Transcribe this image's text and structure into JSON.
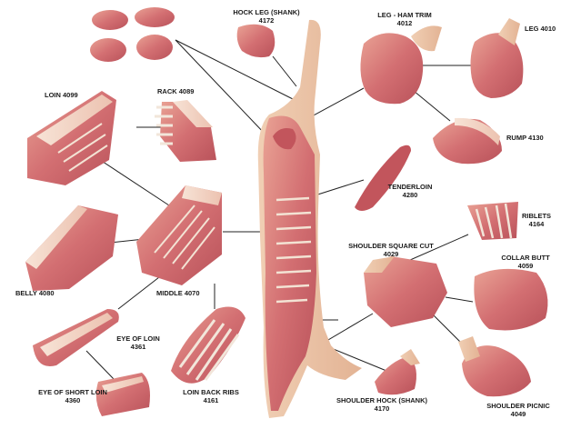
{
  "labels": {
    "hock_leg": {
      "name": "HOCK LEG (SHANK)",
      "code": "4172"
    },
    "leg_ham_trim": {
      "name": "LEG - HAM TRIM",
      "code": "4012"
    },
    "leg": {
      "name": "LEG",
      "code": "4010"
    },
    "loin": {
      "name": "LOIN",
      "code": "4099"
    },
    "rack": {
      "name": "RACK",
      "code": "4089"
    },
    "rump": {
      "name": "RUMP",
      "code": "4130"
    },
    "tenderloin": {
      "name": "TENDERLOIN",
      "code": "4280"
    },
    "riblets": {
      "name": "RIBLETS",
      "code": "4164"
    },
    "shoulder_square_cut": {
      "name": "SHOULDER SQUARE CUT",
      "code": "4029"
    },
    "collar_butt": {
      "name": "COLLAR BUTT",
      "code": "4059"
    },
    "belly": {
      "name": "BELLY",
      "code": "4080"
    },
    "middle": {
      "name": "MIDDLE",
      "code": "4070"
    },
    "eye_of_loin": {
      "name": "EYE OF LOIN",
      "code": "4361"
    },
    "eye_of_short_loin": {
      "name": "EYE OF SHORT LOIN",
      "code": "4360"
    },
    "loin_back_ribs": {
      "name": "LOIN BACK RIBS",
      "code": "4161"
    },
    "shoulder_hock": {
      "name": "SHOULDER HOCK (SHANK)",
      "code": "4170"
    },
    "shoulder_picnic": {
      "name": "SHOULDER PICNIC",
      "code": "4049"
    }
  },
  "colors": {
    "meat": "#d9777a",
    "meat_dark": "#b85458",
    "fat": "#f4d7c9",
    "skin": "#eec9ad",
    "bone": "#f2e6da",
    "line": "#222222"
  }
}
